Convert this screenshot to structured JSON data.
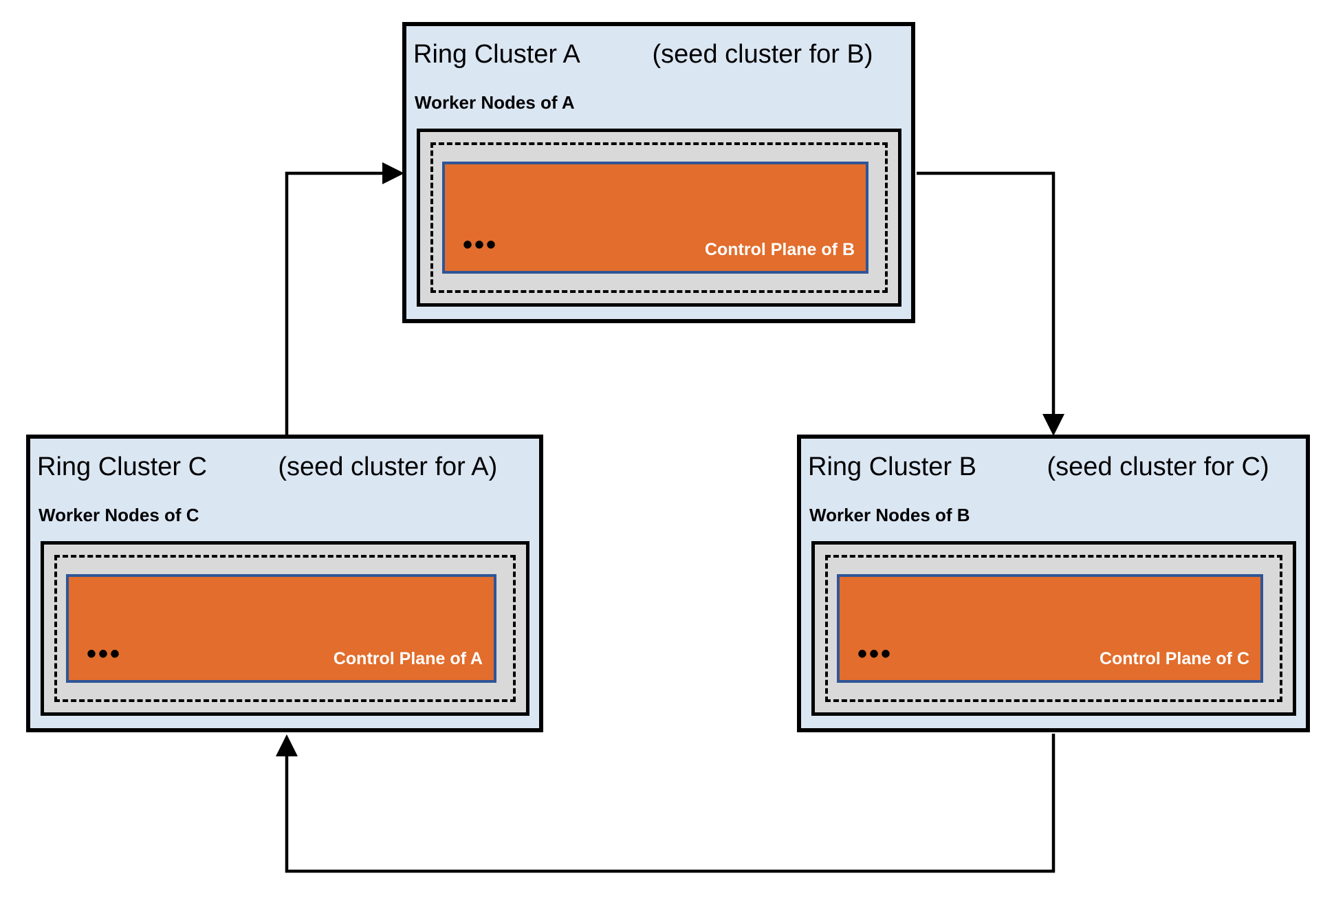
{
  "diagram": {
    "clusters": [
      {
        "id": "A",
        "name": "Ring Cluster A",
        "seed_note": "(seed cluster for B)",
        "worker_label": "Worker Nodes of A",
        "dots": "•••",
        "control_plane_label": "Control Plane of B"
      },
      {
        "id": "C",
        "name": "Ring Cluster C",
        "seed_note": "(seed cluster for A)",
        "worker_label": "Worker Nodes of C",
        "dots": "•••",
        "control_plane_label": "Control Plane of A"
      },
      {
        "id": "B",
        "name": "Ring Cluster B",
        "seed_note": "(seed cluster for C)",
        "worker_label": "Worker Nodes of B",
        "dots": "•••",
        "control_plane_label": "Control Plane of C"
      }
    ],
    "arrows": [
      {
        "from": "Ring Cluster C",
        "to": "Ring Cluster A"
      },
      {
        "from": "Ring Cluster A",
        "to": "Ring Cluster B"
      },
      {
        "from": "Ring Cluster B",
        "to": "Ring Cluster C"
      }
    ],
    "colors": {
      "cluster_bg": "#dbe6f3",
      "cluster_border": "#000000",
      "worker_bg": "#d9d9d9",
      "worker_border": "#000000",
      "control_plane_bg": "#e26d2c",
      "control_plane_border": "#2f5597",
      "control_plane_text": "#ffffff",
      "arrow": "#000000"
    }
  }
}
